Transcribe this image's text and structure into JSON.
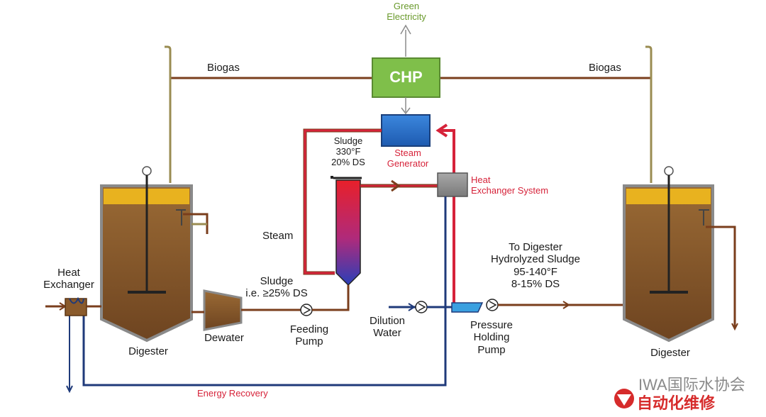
{
  "labels": {
    "green_electricity": "Green\nElectricity",
    "chp": "CHP",
    "biogas_left": "Biogas",
    "biogas_right": "Biogas",
    "sludge_top": "Sludge\n330°F\n20% DS",
    "steam_generator": "Steam\nGenerator",
    "heat_exchanger_system": "Heat\nExchanger System",
    "steam": "Steam",
    "heat_exchanger": "Heat\nExchanger",
    "digester_left": "Digester",
    "dewater": "Dewater",
    "sludge_ds": "Sludge\ni.e. ≥25% DS",
    "feeding_pump": "Feeding\nPump",
    "dilution_water": "Dilution\nWater",
    "pressure_holding_pump": "Pressure\nHolding\nPump",
    "to_digester": "To Digester\nHydrolyzed Sludge\n95-140°F\n8-15% DS",
    "digester_right": "Digester",
    "energy_recovery": "Energy Recovery"
  },
  "watermark": {
    "line1": "IWA国际水协会",
    "line2": "自动化维修"
  },
  "colors": {
    "biogas_pipe": "#7a3e1c",
    "steam_pipe": "#d6233a",
    "water_pipe": "#1f3a7a",
    "chp_box": "#7fbf4a",
    "steam_generator": "#2a6fc9",
    "sludge_fill": "#8a5a2b",
    "digester_top": "#e8b21f"
  }
}
